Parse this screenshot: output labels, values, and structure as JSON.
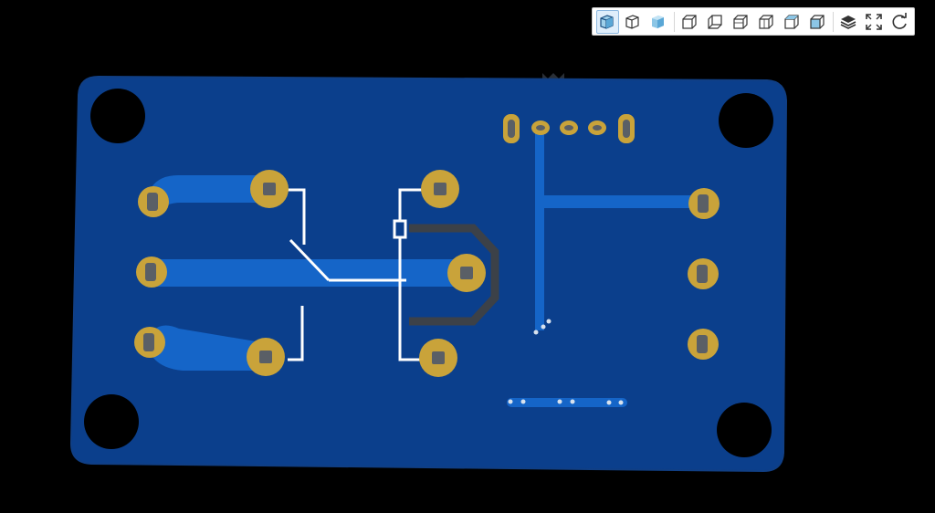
{
  "viewer": {
    "colors": {
      "background": "#000000",
      "board": "#0b3f8c",
      "board_edge": "#103f85",
      "copper_trace": "#1565c8",
      "pad_ring": "#c9a33a",
      "silkscreen": "#ffffff",
      "relay_outline": "#3c4148",
      "toolbar_active": "#dfeefb"
    }
  },
  "toolbar": {
    "buttons": [
      {
        "name": "view-3d-iso-button",
        "icon": "cube-shaded-icon",
        "active": true
      },
      {
        "name": "view-3d-wire-button",
        "icon": "cube-outline-icon",
        "active": false
      },
      {
        "name": "view-3d-solid-button",
        "icon": "cube-solid-icon",
        "active": false
      },
      {
        "name": "view-front-button",
        "icon": "cube-front-icon",
        "active": false
      },
      {
        "name": "view-back-button",
        "icon": "cube-back-icon",
        "active": false
      },
      {
        "name": "view-left-button",
        "icon": "cube-left-icon",
        "active": false
      },
      {
        "name": "view-right-button",
        "icon": "cube-right-icon",
        "active": false
      },
      {
        "name": "view-top-button",
        "icon": "cube-top-icon",
        "active": false
      },
      {
        "name": "view-bottom-button",
        "icon": "cube-bottom-icon",
        "active": false
      },
      {
        "name": "layers-button",
        "icon": "layers-icon",
        "active": false
      },
      {
        "name": "fullscreen-button",
        "icon": "fullscreen-icon",
        "active": false
      },
      {
        "name": "reset-rotation-button",
        "icon": "rotate-icon",
        "active": false
      }
    ]
  }
}
